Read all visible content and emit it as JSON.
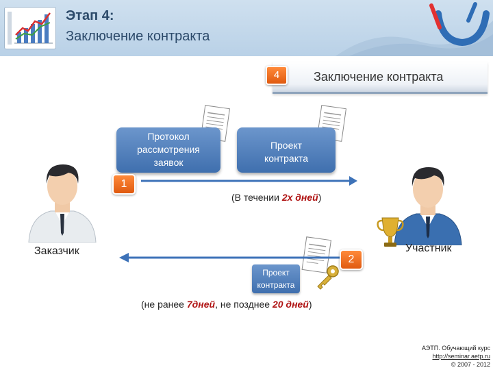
{
  "header": {
    "title_line1": "Этап 4:",
    "title_line2": "Заключение контракта"
  },
  "stage": {
    "number": "4",
    "label": "Заключение контракта"
  },
  "flow": {
    "box1": [
      "Протокол",
      "рассмотрения",
      "заявок"
    ],
    "box2": [
      "Проект",
      "контракта"
    ],
    "step1": "1",
    "note1_pre": "(В течении ",
    "note1_em": "2х дней",
    "note1_post": ")",
    "box3": [
      "Проект",
      "контракта"
    ],
    "step2": "2",
    "note2_a": "(не ранее ",
    "note2_em1": "7дней",
    "note2_b": ", не позднее ",
    "note2_em2": "20 дней",
    "note2_c": ")"
  },
  "roles": {
    "customer": "Заказчик",
    "participant": "Участник"
  },
  "footer": {
    "line1": "АЭТП. Обучающий курс",
    "line2": "http://seminar.aetp.ru",
    "line3": "© 2007 - 2012"
  },
  "colors": {
    "box_blue": "#4a78b6",
    "badge_orange": "#f07020",
    "arrow_blue": "#3d72b8",
    "accent_red": "#b01414"
  }
}
